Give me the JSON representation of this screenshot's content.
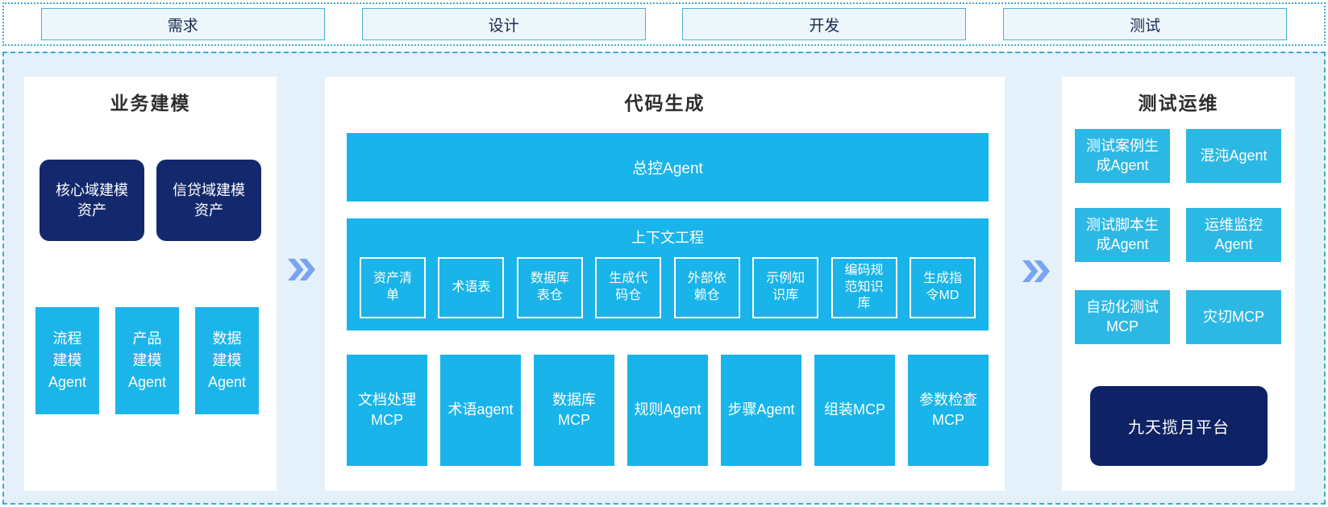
{
  "phases": {
    "items": [
      {
        "label": "需求"
      },
      {
        "label": "设计"
      },
      {
        "label": "开发"
      },
      {
        "label": "测试"
      }
    ]
  },
  "business_modeling": {
    "title": "业务建模",
    "asset_boxes": [
      {
        "label": "核心域建模\n资产"
      },
      {
        "label": "信贷域建模\n资产"
      }
    ],
    "agent_boxes": [
      {
        "label": "流程\n建模\nAgent"
      },
      {
        "label": "产品\n建模\nAgent"
      },
      {
        "label": "数据\n建模\nAgent"
      }
    ]
  },
  "code_generation": {
    "title": "代码生成",
    "master_agent": "总控Agent",
    "context_engineering": {
      "title": "上下文工程",
      "items": [
        {
          "label": "资产清\n单"
        },
        {
          "label": "术语表"
        },
        {
          "label": "数据库\n表仓"
        },
        {
          "label": "生成代\n码仓"
        },
        {
          "label": "外部依\n赖仓"
        },
        {
          "label": "示例知\n识库"
        },
        {
          "label": "编码规\n范知识\n库"
        },
        {
          "label": "生成指\n令MD"
        }
      ]
    },
    "mcp_row": [
      {
        "label": "文档处理\nMCP"
      },
      {
        "label": "术语agent"
      },
      {
        "label": "数据库\nMCP"
      },
      {
        "label": "规则Agent"
      },
      {
        "label": "步骤Agent"
      },
      {
        "label": "组装MCP"
      },
      {
        "label": "参数检查\nMCP"
      }
    ]
  },
  "test_ops": {
    "title": "测试运维",
    "boxes": [
      {
        "label": "测试案例生\n成Agent"
      },
      {
        "label": "混沌Agent"
      },
      {
        "label": "测试脚本生\n成Agent"
      },
      {
        "label": "运维监控\nAgent"
      },
      {
        "label": "自动化测试\nMCP"
      },
      {
        "label": "灾切MCP"
      }
    ],
    "platform": "九天揽月平台"
  },
  "colors": {
    "cyan_mid": "#19b4e9",
    "cyan_right": "#2cb8e4",
    "navy": "#14296d",
    "navy_dark": "#0e2265",
    "border_dashed": "#3aabd9",
    "background_light_blue": "#e4f1fa",
    "chevron_blue": "#7aa3f2"
  }
}
